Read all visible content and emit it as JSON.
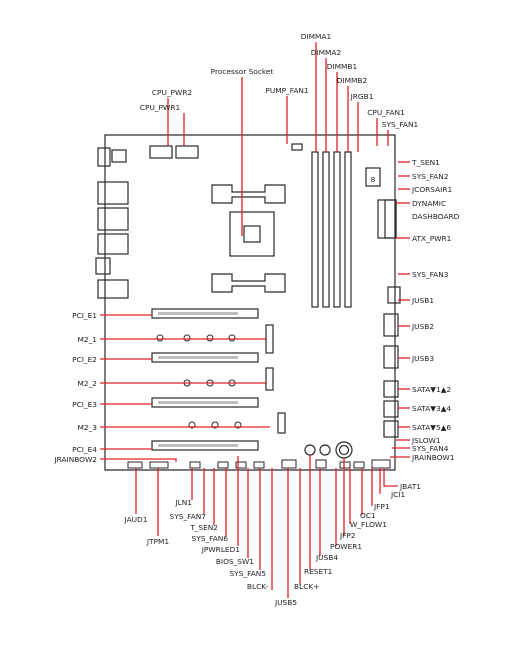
{
  "colors": {
    "label_line": "#e0202a",
    "board": "#2a2a2a",
    "slot": "#bdbdbd"
  },
  "labels": {
    "dimma1": "DIMMA1",
    "dimma2": "DIMMA2",
    "dimmb1": "DIMMB1",
    "dimmb2": "DIMMB2",
    "jrgb1": "JRGB1",
    "cpu_fan1": "CPU_FAN1",
    "sys_fan1": "SYS_FAN1",
    "processor_socket": "Processor Socket",
    "pump_fan1": "PUMP_FAN1",
    "cpu_pwr2": "CPU_PWR2",
    "cpu_pwr1": "CPU_PWR1",
    "t_sen1": "T_SEN1",
    "sys_fan2": "SYS_FAN2",
    "jcorsair1": "JCORSAIR1",
    "dynamic": "DYNAMIC",
    "dashboard": "DASHBOARD",
    "atx_pwr1": "ATX_PWR1",
    "sys_fan3": "SYS_FAN3",
    "jusb1": "JUSB1",
    "jusb2": "JUSB2",
    "jusb3": "JUSB3",
    "sata12": "SATA▼1▲2",
    "sata34": "SATA▼3▲4",
    "sata56": "SATA▼5▲6",
    "jslow1": "JSLOW1",
    "sys_fan4": "SYS_FAN4",
    "jrainbow1": "JRAINBOW1",
    "jbat1": "JBAT1",
    "jci1": "JCI1",
    "jfp1": "JFP1",
    "oc1": "OC1",
    "w_flow1": "W_FLOW1",
    "jfp2": "JFP2",
    "power1": "POWER1",
    "jusb4": "JUSB4",
    "reset1": "RESET1",
    "blck_plus": "BLCK+",
    "blck_minus": "BLCK-",
    "jusb5": "JUSB5",
    "sys_fan5": "SYS_FAN5",
    "bios_sw1": "BIOS_SW1",
    "jpwrled1": "JPWRLED1",
    "sys_fan6": "SYS_FAN6",
    "t_sen2": "T_SEN2",
    "sys_fan7": "SYS_FAN7",
    "jln1": "JLN1",
    "jtpm1": "JTPM1",
    "jaud1": "JAUD1",
    "jrainbow2": "JRAINBOW2",
    "pci_e4": "PCI_E4",
    "m2_3": "M2_3",
    "pci_e3": "PCI_E3",
    "m2_2": "M2_2",
    "pci_e2": "PCI_E2",
    "m2_1": "M2_1",
    "pci_e1": "PCI_E1",
    "debug_led": "8"
  }
}
